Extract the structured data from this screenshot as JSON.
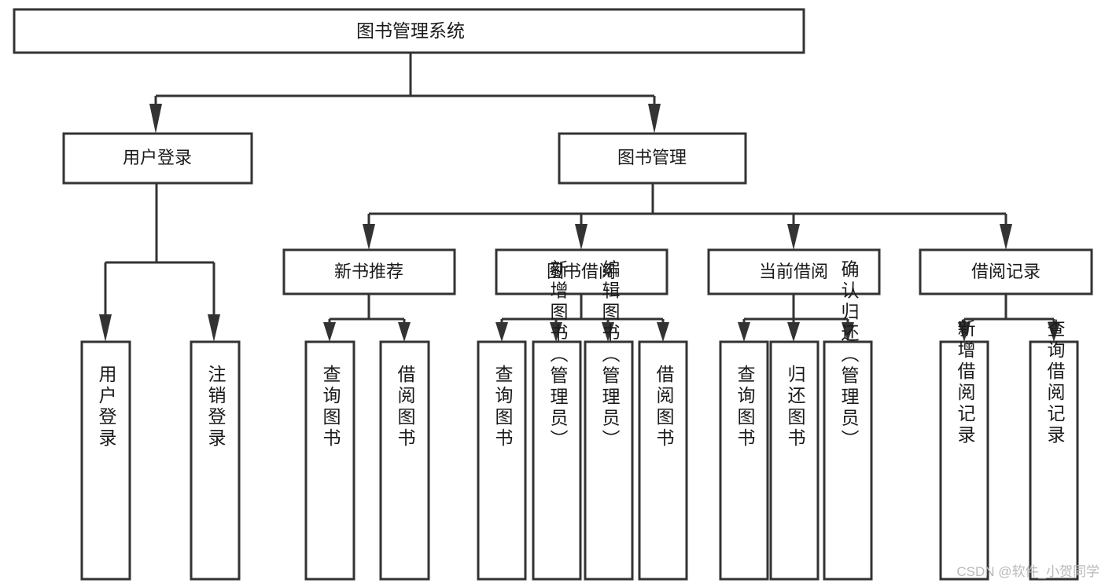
{
  "diagram": {
    "title": "图书管理系统",
    "type": "tree",
    "watermark": "CSDN @软件_小贺同学",
    "colors": {
      "box_stroke": "#333333",
      "box_fill": "#ffffff",
      "text": "#1a1a1a",
      "connector": "#333333",
      "watermark": "#b9b9b9",
      "background": "#ffffff"
    },
    "root": {
      "label": "图书管理系统"
    },
    "level2": [
      {
        "label": "用户登录"
      },
      {
        "label": "图书管理"
      }
    ],
    "level3": [
      {
        "label": "新书推荐"
      },
      {
        "label": "图书借阅"
      },
      {
        "label": "当前借阅"
      },
      {
        "label": "借阅记录"
      }
    ],
    "leaves": {
      "user_login": [
        {
          "label": "用户登录"
        },
        {
          "label": "注销登录"
        }
      ],
      "new_book_recommend": [
        {
          "label": "查询图书"
        },
        {
          "label": "借阅图书"
        }
      ],
      "book_borrow": [
        {
          "label": "查询图书"
        },
        {
          "label": "新增图书（管理员）"
        },
        {
          "label": "编辑图书（管理员）"
        },
        {
          "label": "借阅图书"
        }
      ],
      "current_borrow": [
        {
          "label": "查询图书"
        },
        {
          "label": "归还图书"
        },
        {
          "label": "确认归还（管理员）"
        }
      ],
      "borrow_record": [
        {
          "label": "新增借阅记录"
        },
        {
          "label": "查询借阅记录"
        }
      ]
    }
  },
  "chart_data": {
    "type": "tree",
    "title": "图书管理系统",
    "nodes": [
      {
        "id": "root",
        "label": "图书管理系统",
        "level": 0,
        "parent": null
      },
      {
        "id": "n-user-login",
        "label": "用户登录",
        "level": 1,
        "parent": "root"
      },
      {
        "id": "n-book-mgmt",
        "label": "图书管理",
        "level": 1,
        "parent": "root"
      },
      {
        "id": "n-new-book",
        "label": "新书推荐",
        "level": 2,
        "parent": "n-book-mgmt"
      },
      {
        "id": "n-book-borrow",
        "label": "图书借阅",
        "level": 2,
        "parent": "n-book-mgmt"
      },
      {
        "id": "n-current-borrow",
        "label": "当前借阅",
        "level": 2,
        "parent": "n-book-mgmt"
      },
      {
        "id": "n-borrow-record",
        "label": "借阅记录",
        "level": 2,
        "parent": "n-book-mgmt"
      },
      {
        "id": "l-user-login",
        "label": "用户登录",
        "level": 2,
        "parent": "n-user-login"
      },
      {
        "id": "l-user-logout",
        "label": "注销登录",
        "level": 2,
        "parent": "n-user-login"
      },
      {
        "id": "l-nb-query",
        "label": "查询图书",
        "level": 3,
        "parent": "n-new-book"
      },
      {
        "id": "l-nb-borrow",
        "label": "借阅图书",
        "level": 3,
        "parent": "n-new-book"
      },
      {
        "id": "l-bb-query",
        "label": "查询图书",
        "level": 3,
        "parent": "n-book-borrow"
      },
      {
        "id": "l-bb-add",
        "label": "新增图书（管理员）",
        "level": 3,
        "parent": "n-book-borrow"
      },
      {
        "id": "l-bb-edit",
        "label": "编辑图书（管理员）",
        "level": 3,
        "parent": "n-book-borrow"
      },
      {
        "id": "l-bb-borrow",
        "label": "借阅图书",
        "level": 3,
        "parent": "n-book-borrow"
      },
      {
        "id": "l-cb-query",
        "label": "查询图书",
        "level": 3,
        "parent": "n-current-borrow"
      },
      {
        "id": "l-cb-return",
        "label": "归还图书",
        "level": 3,
        "parent": "n-current-borrow"
      },
      {
        "id": "l-cb-confirm",
        "label": "确认归还（管理员）",
        "level": 3,
        "parent": "n-current-borrow"
      },
      {
        "id": "l-br-add",
        "label": "新增借阅记录",
        "level": 3,
        "parent": "n-borrow-record"
      },
      {
        "id": "l-br-query",
        "label": "查询借阅记录",
        "level": 3,
        "parent": "n-borrow-record"
      }
    ]
  }
}
